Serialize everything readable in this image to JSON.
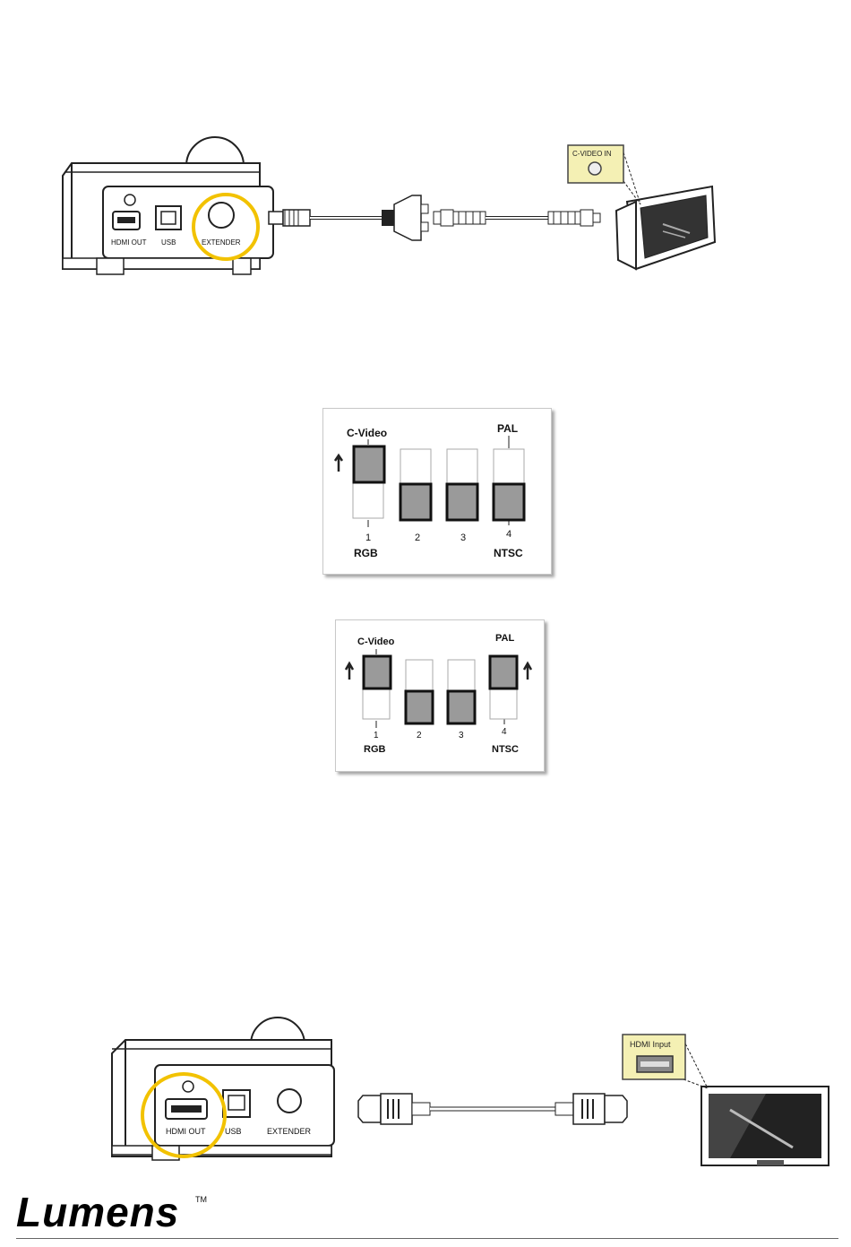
{
  "figure1": {
    "ports": [
      "HDMI OUT",
      "USB",
      "EXTENDER"
    ],
    "tv_input_label": "C-VIDEO IN",
    "highlight_color": "#f2c200"
  },
  "switch_panel_1": {
    "top_left_label": "C-Video",
    "top_right_label": "PAL",
    "bottom_left_label": "RGB",
    "bottom_right_label": "NTSC",
    "numbers": [
      "1",
      "2",
      "3",
      "4"
    ]
  },
  "switch_panel_2": {
    "top_left_label": "C-Video",
    "top_right_label": "PAL",
    "bottom_left_label": "RGB",
    "bottom_right_label": "NTSC",
    "numbers": [
      "1",
      "2",
      "3",
      "4"
    ]
  },
  "figure2": {
    "ports": [
      "HDMI OUT",
      "USB",
      "EXTENDER"
    ],
    "tv_input_label": "HDMI Input",
    "highlight_color": "#f2c200"
  },
  "footer": {
    "logo": "Lumens",
    "trademark": "TM"
  }
}
